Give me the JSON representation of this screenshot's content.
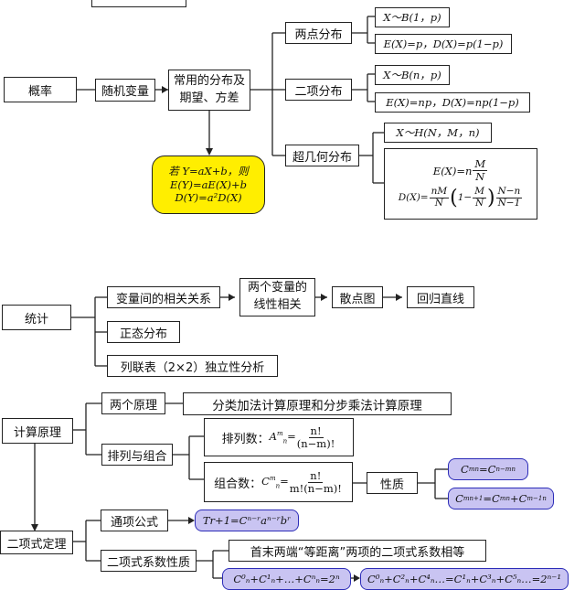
{
  "probability": {
    "root": "概率",
    "random_variable": "随机变量",
    "common_dist_line1": "常用的分布及",
    "common_dist_line2": "期望、方差",
    "two_point": "两点分布",
    "two_point_dist": "X～B(1，p)",
    "two_point_ev": "E(X)=p，D(X)=p(1−p)",
    "binomial": "二项分布",
    "binomial_dist": "X～B(n，p)",
    "binomial_ev": "E(X)=np，D(X)=np(1−p)",
    "hypergeo": "超几何分布",
    "hypergeo_dist": "X～H(N，M，n)",
    "hypergeo_e_prefix": "E(X)=n",
    "hypergeo_e_num": "M",
    "hypergeo_e_den": "N",
    "hypergeo_d_prefix": "D(X)=",
    "hypergeo_d_f1_num": "nM",
    "hypergeo_d_f1_den": "N",
    "hypergeo_d_one": "1−",
    "hypergeo_d_f2_num": "M",
    "hypergeo_d_f2_den": "N",
    "hypergeo_d_f3_num": "N−n",
    "hypergeo_d_f3_den": "N−1",
    "linear_line1": "若 Y=aX+b，则",
    "linear_line2": "E(Y)=aE(X)+b",
    "linear_line3": "D(Y)=a²D(X)"
  },
  "statistics": {
    "root": "统计",
    "correlation": "变量间的相关关系",
    "linear_line1": "两个变量的",
    "linear_line2": "线性相关",
    "scatter": "散点图",
    "regression": "回归直线",
    "normal": "正态分布",
    "contingency": "列联表（2×2）独立性分析"
  },
  "counting": {
    "root": "计算原理",
    "two_principles": "两个原理",
    "principles_desc": "分类加法计算原理和分步乘法计算原理",
    "perm_comb": "排列与组合",
    "perm_label": "排列数：",
    "perm_lhs": "A",
    "perm_num": "n!",
    "perm_den": "(n−m)!",
    "comb_label": "组合数：",
    "comb_lhs": "C",
    "comb_num": "n!",
    "comb_den": "m!(n−m)!",
    "property": "性质",
    "prop1": "C",
    "prop1_rest": "=C",
    "prop2": "C",
    "prop2_rest": "=C",
    "prop2_plus": "+C"
  },
  "binomial_theorem": {
    "root": "二项式定理",
    "general_term": "通项公式",
    "general_term_formula": "Tr+1=Cⁿ⁻ʳaⁿ⁻ʳbʳ",
    "coefficient_props": "二项式系数性质",
    "equidistant": "首末两端“等距离”两项的二项式系数相等",
    "sum_all": "C⁰ₙ+C¹ₙ+…+Cⁿₙ=2ⁿ",
    "sum_parity": "C⁰ₙ+C²ₙ+C⁴ₙ…=C¹ₙ+C³ₙ+C⁵ₙ…=2ⁿ⁻¹"
  }
}
